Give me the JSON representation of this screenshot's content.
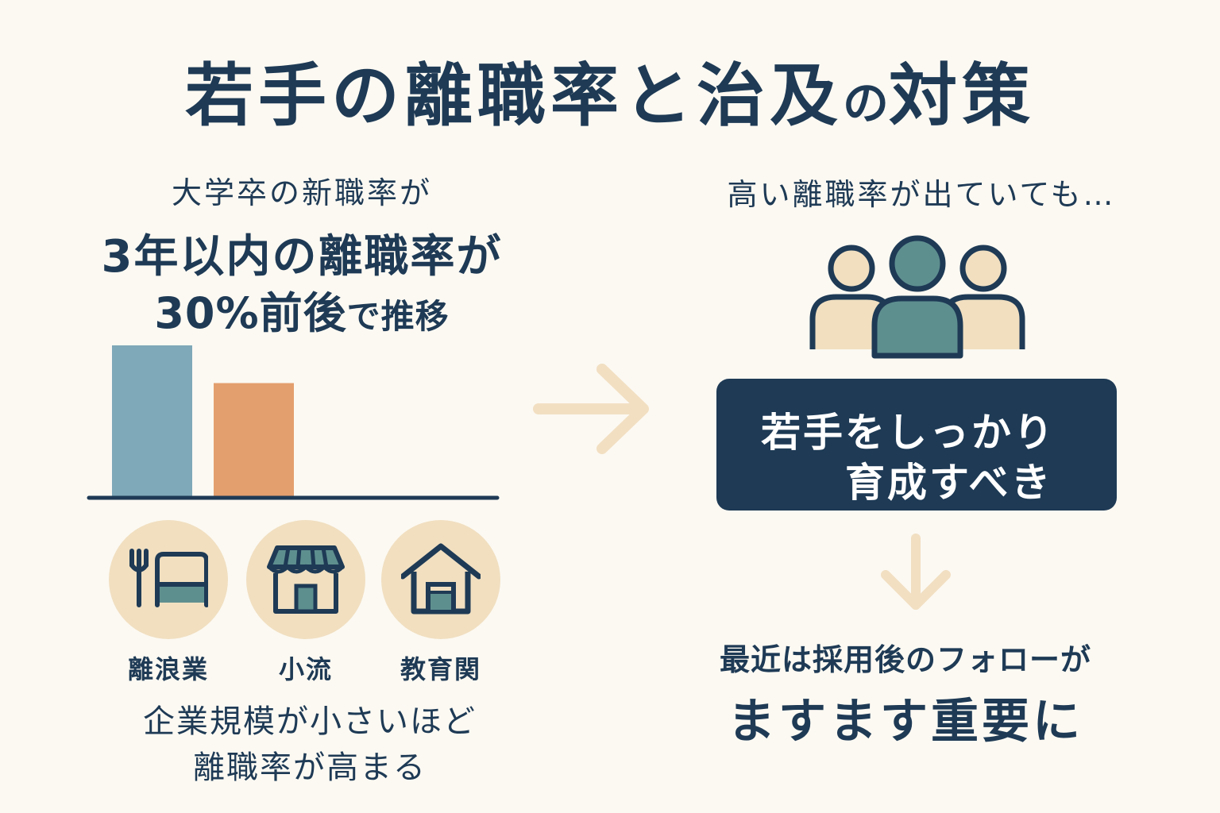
{
  "title": {
    "main": "若手の離職率と治及",
    "particle": "の",
    "end": "対策"
  },
  "left": {
    "intro": "大学卒の新職率が",
    "headline_line1": "3年以内の離職率が",
    "headline_line2_main": "30%前後",
    "headline_line2_small": "で推移",
    "industries": [
      {
        "label": "離浪業",
        "icon": "fork-bed-icon"
      },
      {
        "label": "小流",
        "icon": "storefront-icon"
      },
      {
        "label": "教育関",
        "icon": "house-icon"
      }
    ],
    "footer_line1": "企業規模が小さいほど",
    "footer_line2": "離職率が高まる"
  },
  "chart_data": {
    "type": "bar",
    "categories": [
      "",
      ""
    ],
    "values": [
      100,
      75
    ],
    "colors": [
      "#7fa8b8",
      "#e39f6e"
    ]
  },
  "right": {
    "intro": "高い離職率が出ていても…",
    "callout_line1": "若手をしっかり",
    "callout_line2": "育成すべき",
    "footer_line1": "最近は採用後のフォローが",
    "footer_line2": "ますます重要に"
  },
  "colors": {
    "navy": "#1e3a55",
    "teal": "#5e8f8f",
    "beige": "#f1dfc0",
    "peach_arrow": "#f2dfc2",
    "bar_blue": "#7fa8b8",
    "bar_orange": "#e39f6e"
  }
}
